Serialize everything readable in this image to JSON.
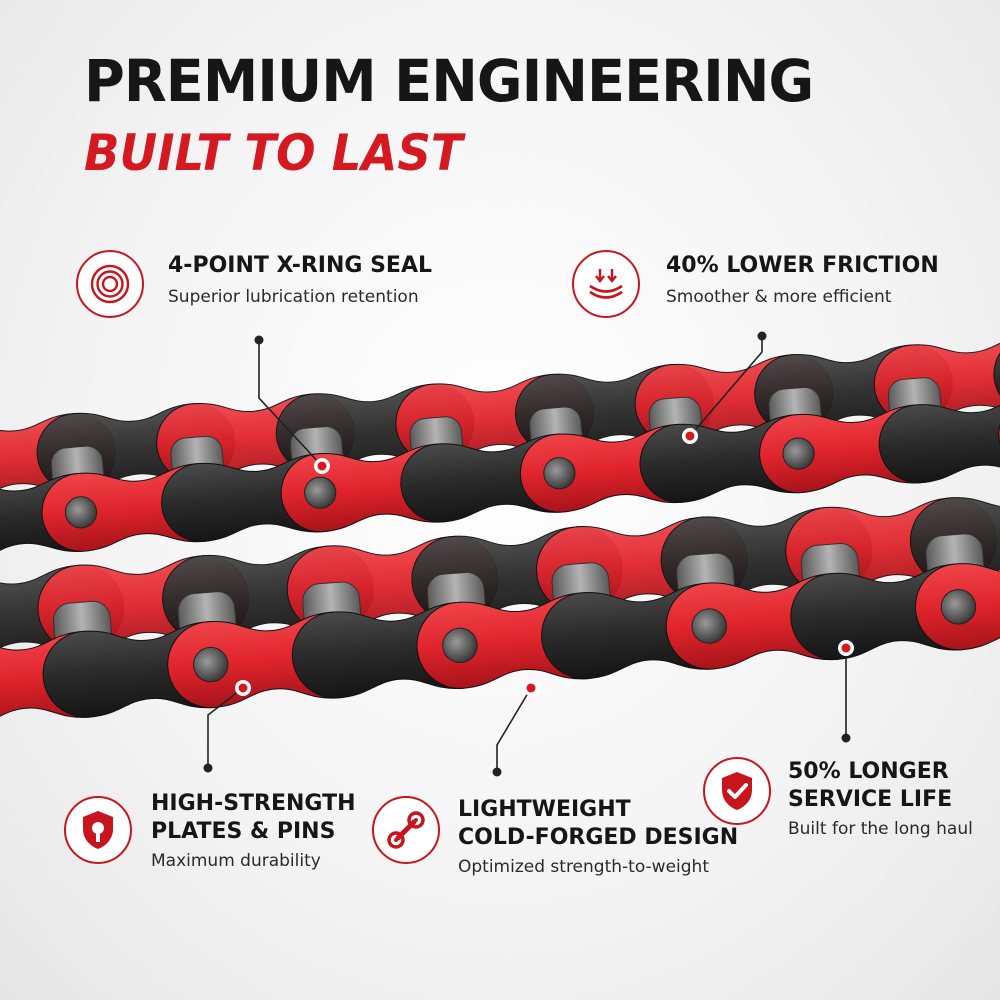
{
  "header": {
    "title": "PREMIUM ENGINEERING",
    "subtitle": "BUILT TO LAST"
  },
  "features": {
    "xring": {
      "title": "4-POINT X-RING SEAL",
      "subtitle": "Superior lubrication retention",
      "icon": "x-ring-icon"
    },
    "friction": {
      "title": "40% LOWER FRICTION",
      "subtitle": "Smoother & more efficient",
      "icon": "friction-icon"
    },
    "strength": {
      "title_line1": "HIGH-STRENGTH",
      "title_line2": "PLATES & PINS",
      "subtitle": "Maximum durability",
      "icon": "shield-bolt-icon"
    },
    "lightweight": {
      "title_line1": "LIGHTWEIGHT",
      "title_line2": "COLD-FORGED DESIGN",
      "subtitle": "Optimized strength-to-weight",
      "icon": "chain-link-icon"
    },
    "service": {
      "title_line1": "50% LONGER",
      "title_line2": "SERVICE LIFE",
      "subtitle": "Built for the long haul",
      "icon": "shield-check-icon"
    }
  },
  "colors": {
    "accent": "#d41920",
    "text": "#161616",
    "chain_red": "#e0242c",
    "chain_dark": "#2b2b2b",
    "roller": "#8a8a8a"
  }
}
